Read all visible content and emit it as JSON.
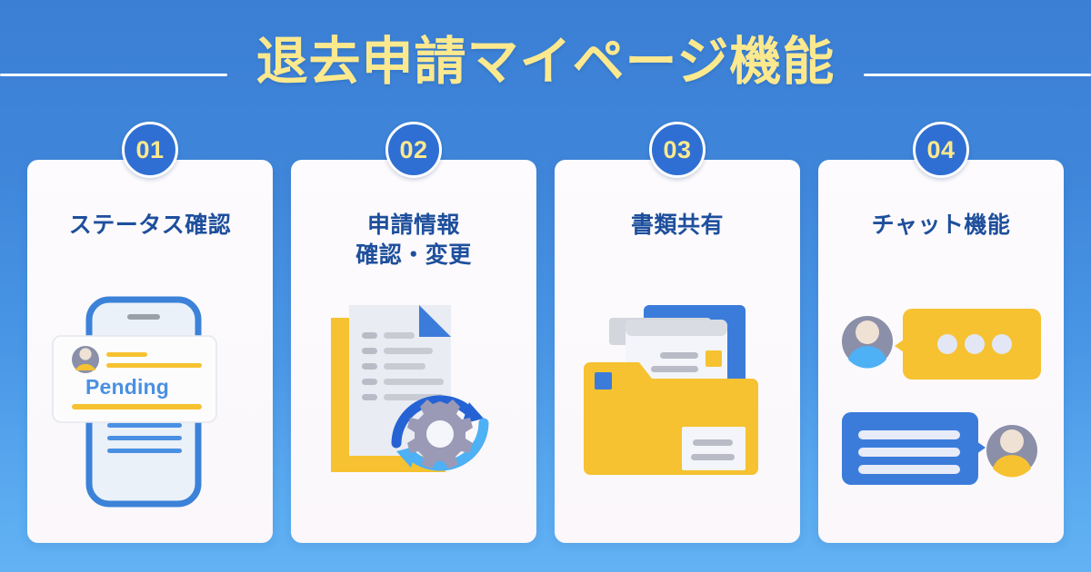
{
  "header": {
    "title": "退去申請マイページ機能",
    "rule_left": "divider-line-left",
    "rule_right": "divider-line-right"
  },
  "colors": {
    "background_top": "#3b7fd4",
    "background_bottom": "#62b2f4",
    "title_yellow": "#fce98e",
    "badge_blue": "#2f6fd3",
    "card_title_blue": "#1e4f9c",
    "card_background": "#fbf9fc",
    "accent_yellow": "#f6c231",
    "accent_blue": "#3b82d8",
    "accent_light_blue": "#4eb0f5",
    "gray_line": "#b9bcc6",
    "gear_gray": "#9a9ab6"
  },
  "cards": [
    {
      "number": "01",
      "title": "ステータス確認",
      "art": "phone-status-card",
      "art_labels": {
        "status": "Pending"
      }
    },
    {
      "number": "02",
      "title": "申請情報\n確認・変更",
      "art": "document-refresh-gear"
    },
    {
      "number": "03",
      "title": "書類共有",
      "art": "folder-documents"
    },
    {
      "number": "04",
      "title": "チャット機能",
      "art": "chat-bubbles-avatars"
    }
  ]
}
